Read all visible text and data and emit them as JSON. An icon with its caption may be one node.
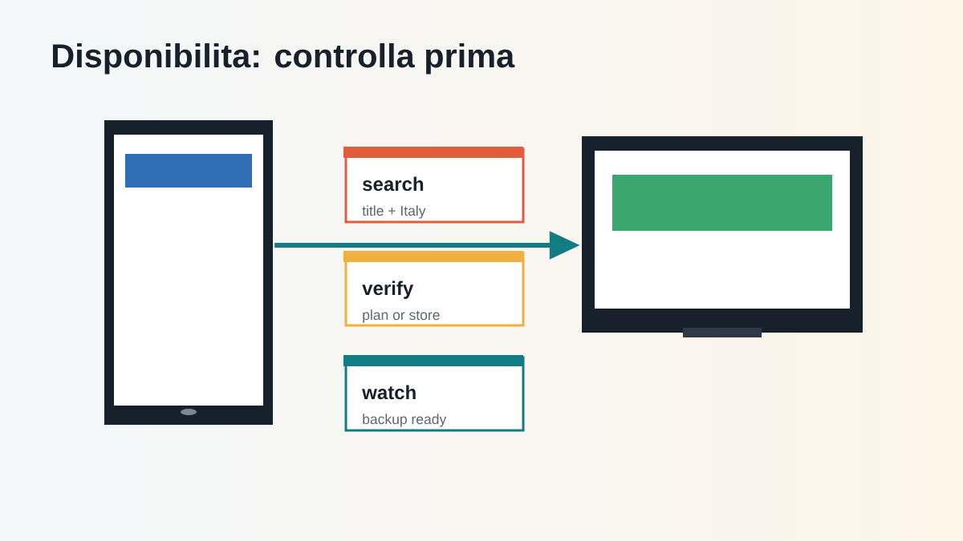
{
  "diagram": {
    "title": "Disponibilita: controlla prima",
    "nodes": [
      {
        "text": [],
        "shape": "picture"
      },
      {
        "text": [
          "search",
          "title + Italy"
        ]
      },
      {
        "text": [
          "verify",
          "plan or store"
        ]
      },
      {
        "text": [
          "watch",
          "backup ready"
        ]
      },
      {
        "text": [],
        "shape": "picture"
      }
    ],
    "edges": [
      {
        "from": 0,
        "to": 4,
        "arrow": "to"
      }
    ]
  }
}
